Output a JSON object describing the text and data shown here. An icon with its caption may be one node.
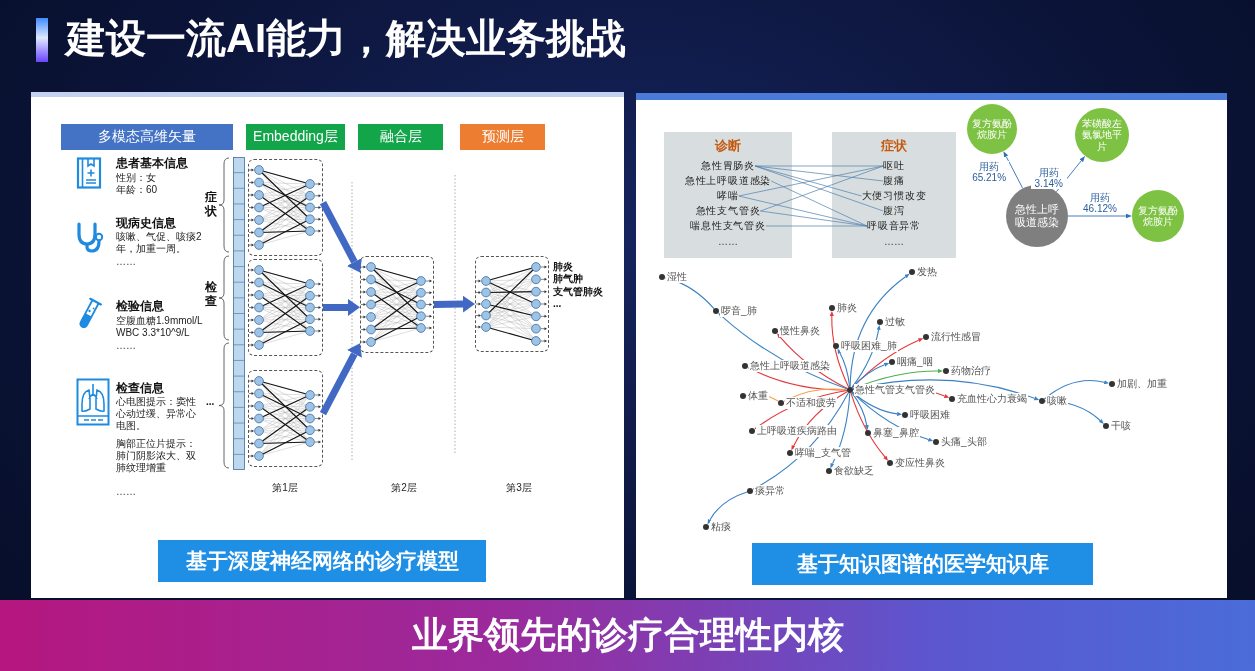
{
  "diagram": {
    "title": "建设一流AI能力，解决业务挑战",
    "nodes": [
      {
        "text": [
          "多模态高维矢量"
        ]
      },
      {
        "text": [
          "Embedding层"
        ]
      },
      {
        "text": [
          "融合层"
        ]
      },
      {
        "text": [
          "预测层"
        ]
      },
      {
        "text": [],
        "shape": "box"
      },
      {
        "text": [],
        "shape": "box"
      },
      {
        "text": [],
        "shape": "box"
      },
      {
        "text": [],
        "shape": "box"
      },
      {
        "text": [],
        "shape": "box",
        "beside": [
          "肺炎",
          "肺气肿",
          "支气管肺炎",
          "..."
        ]
      },
      {
        "text": [
          "基于深度神经网络的诊疗模型"
        ]
      },
      {
        "text": [
          "诊断",
          "……"
        ]
      },
      {
        "text": [
          "急性胃肠炎"
        ],
        "in": 10
      },
      {
        "text": [
          "急性上呼吸道感染"
        ],
        "in": 10
      },
      {
        "text": [
          "哮喘"
        ],
        "in": 10
      },
      {
        "text": [
          "急性支气管炎"
        ],
        "in": 10
      },
      {
        "text": [
          "喘息性支气管炎"
        ],
        "in": 10
      },
      {
        "text": [
          "症状",
          "……"
        ]
      },
      {
        "text": [
          "呕吐"
        ],
        "in": 16
      },
      {
        "text": [
          "腹痛"
        ],
        "in": 16
      },
      {
        "text": [
          "大便习惯改变"
        ],
        "in": 16
      },
      {
        "text": [
          "腹泻"
        ],
        "in": 16
      },
      {
        "text": [
          "呼吸音异常"
        ],
        "in": 16
      },
      {
        "text": [
          "复方氨酚烷胺片"
        ]
      },
      {
        "text": [
          "苯磺酸左氨氯地平片"
        ]
      },
      {
        "text": [
          "急性上呼吸道感染"
        ]
      },
      {
        "text": [
          "复方氨酚烷胺片"
        ]
      },
      {
        "text": [],
        "shape": "circle",
        "beside": [
          "发热"
        ]
      },
      {
        "text": [],
        "shape": "circle",
        "beside": [
          "湿性"
        ]
      },
      {
        "text": [],
        "shape": "circle",
        "beside": [
          "啰音_肺"
        ]
      },
      {
        "text": [],
        "shape": "circle",
        "beside": [
          "肺炎"
        ]
      },
      {
        "text": [],
        "shape": "circle",
        "beside": [
          "过敏"
        ]
      },
      {
        "text": [],
        "shape": "circle",
        "beside": [
          "慢性鼻炎"
        ]
      },
      {
        "text": [],
        "shape": "circle",
        "beside": [
          "流行性感冒"
        ]
      },
      {
        "text": [],
        "shape": "circle",
        "beside": [
          "呼吸困难_肺"
        ]
      },
      {
        "text": [],
        "shape": "circle",
        "beside": [
          "咽痛_咽"
        ]
      },
      {
        "text": [],
        "shape": "circle",
        "beside": [
          "急性上呼吸道感染"
        ]
      },
      {
        "text": [],
        "shape": "circle",
        "beside": [
          "药物治疗"
        ]
      },
      {
        "text": [],
        "shape": "circle",
        "beside": [
          "急性气管支气管炎"
        ]
      },
      {
        "text": [],
        "shape": "circle",
        "beside": [
          "加剧、加重"
        ]
      },
      {
        "text": [],
        "shape": "circle",
        "beside": [
          "体重"
        ]
      },
      {
        "text": [],
        "shape": "circle",
        "beside": [
          "充血性心力衰竭"
        ]
      },
      {
        "text": [],
        "shape": "circle",
        "beside": [
          "不适和疲劳"
        ]
      },
      {
        "text": [],
        "shape": "circle",
        "beside": [
          "咳嗽"
        ]
      },
      {
        "text": [],
        "shape": "circle",
        "beside": [
          "呼吸困难"
        ]
      },
      {
        "text": [],
        "shape": "circle",
        "beside": [
          "干咳"
        ]
      },
      {
        "text": [],
        "shape": "circle",
        "beside": [
          "上呼吸道疾病路由"
        ]
      },
      {
        "text": [],
        "shape": "circle",
        "beside": [
          "鼻塞_鼻腔"
        ]
      },
      {
        "text": [],
        "shape": "circle",
        "beside": [
          "头痛_头部"
        ]
      },
      {
        "text": [],
        "shape": "circle",
        "beside": [
          "哮喘_支气管"
        ]
      },
      {
        "text": [],
        "shape": "circle",
        "beside": [
          "食欲缺乏"
        ]
      },
      {
        "text": [],
        "shape": "circle",
        "beside": [
          "变应性鼻炎"
        ]
      },
      {
        "text": [],
        "shape": "circle",
        "beside": [
          "痰异常"
        ]
      },
      {
        "text": [],
        "shape": "circle",
        "beside": [
          "粘痰"
        ]
      },
      {
        "text": [
          "基于知识图谱的医学知识库"
        ]
      },
      {
        "text": [
          "业界领先的诊疗合理性内核"
        ]
      }
    ],
    "edges": [
      {
        "from": 4,
        "to": 7,
        "arrow": "to",
        "style": "thick",
        "color": "#4169c4"
      },
      {
        "from": 5,
        "to": 7,
        "arrow": "to",
        "style": "thick",
        "color": "#4169c4"
      },
      {
        "from": 6,
        "to": 7,
        "arrow": "to",
        "style": "thick",
        "color": "#4169c4"
      },
      {
        "from": 7,
        "to": 8,
        "arrow": "to",
        "style": "thick",
        "color": "#4169c4"
      },
      {
        "from": 11,
        "to": 17,
        "arrow": "none"
      },
      {
        "from": 11,
        "to": 18,
        "arrow": "none"
      },
      {
        "from": 11,
        "to": 19,
        "arrow": "none"
      },
      {
        "from": 11,
        "to": 20,
        "arrow": "none"
      },
      {
        "from": 12,
        "to": 21,
        "arrow": "none"
      },
      {
        "from": 13,
        "to": 17,
        "arrow": "none"
      },
      {
        "from": 13,
        "to": 21,
        "arrow": "none"
      },
      {
        "from": 14,
        "to": 17,
        "arrow": "none"
      },
      {
        "from": 14,
        "to": 21,
        "arrow": "none"
      },
      {
        "from": 15,
        "to": 21,
        "arrow": "none"
      },
      {
        "from": 24,
        "to": 22,
        "arrow": "to",
        "label": "用药 65.21%"
      },
      {
        "from": 24,
        "to": 23,
        "arrow": "to",
        "label": "用药 3.14%"
      },
      {
        "from": 24,
        "to": 25,
        "arrow": "to",
        "label": "用药 46.12%"
      },
      {
        "from": 37,
        "to": 26,
        "arrow": "to"
      },
      {
        "from": 37,
        "to": 30,
        "arrow": "to"
      },
      {
        "from": 37,
        "to": 29,
        "arrow": "to",
        "color": "#e5383b"
      },
      {
        "from": 37,
        "to": 31,
        "arrow": "to",
        "color": "#e5383b"
      },
      {
        "from": 37,
        "to": 33,
        "arrow": "to"
      },
      {
        "from": 37,
        "to": 32,
        "arrow": "to",
        "color": "#e5383b"
      },
      {
        "from": 37,
        "to": 35,
        "arrow": "to",
        "color": "#e5383b"
      },
      {
        "from": 37,
        "to": 28,
        "arrow": "to"
      },
      {
        "from": 28,
        "to": 27,
        "arrow": "to"
      },
      {
        "from": 37,
        "to": 34,
        "arrow": "to"
      },
      {
        "from": 37,
        "to": 36,
        "arrow": "to",
        "color": "#4caf50"
      },
      {
        "from": 37,
        "to": 40,
        "arrow": "to",
        "color": "#e5383b"
      },
      {
        "from": 37,
        "to": 43,
        "arrow": "to"
      },
      {
        "from": 37,
        "to": 42,
        "arrow": "to"
      },
      {
        "from": 42,
        "to": 38,
        "arrow": "to"
      },
      {
        "from": 42,
        "to": 44,
        "arrow": "to"
      },
      {
        "from": 37,
        "to": 41,
        "arrow": "to",
        "color": "#f5a243"
      },
      {
        "from": 41,
        "to": 39,
        "arrow": "to",
        "color": "#f5a243"
      },
      {
        "from": 37,
        "to": 45,
        "arrow": "to",
        "color": "#e5383b"
      },
      {
        "from": 37,
        "to": 46,
        "arrow": "to"
      },
      {
        "from": 37,
        "to": 47,
        "arrow": "to"
      },
      {
        "from": 37,
        "to": 48,
        "arrow": "to",
        "color": "#e5383b"
      },
      {
        "from": 37,
        "to": 49,
        "arrow": "to"
      },
      {
        "from": 37,
        "to": 50,
        "arrow": "to",
        "color": "#e5383b"
      },
      {
        "from": 37,
        "to": 51,
        "arrow": "to"
      },
      {
        "from": 51,
        "to": 52,
        "arrow": "to"
      }
    ],
    "labels": [
      "患者基本信息",
      "性别：女",
      "年龄：60",
      "现病史信息",
      "咳嗽、气促、咳痰2年，加重一周。",
      "……",
      "检验信息",
      "空腹血糖1.9mmol/L",
      "WBC 3.3*10^9/L",
      "……",
      "检查信息",
      "心电图提示：窦性心动过缓、异常心电图。",
      "胸部正位片提示：肺门阴影浓大、双肺纹理增重",
      "……",
      "症状",
      "检查",
      "...",
      "第1层",
      "第2层",
      "第3层"
    ]
  }
}
